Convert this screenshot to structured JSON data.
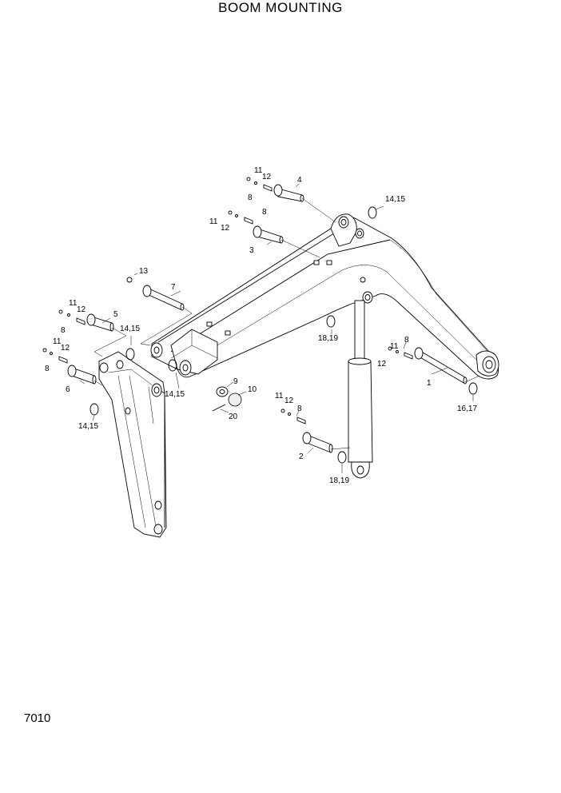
{
  "title": "BOOM MOUNTING",
  "page_number": "7010",
  "callouts": {
    "c1": "1",
    "c2": "2",
    "c3": "3",
    "c4": "4",
    "c5": "5",
    "c6": "6",
    "c7": "7",
    "c8a": "8",
    "c8b": "8",
    "c8c": "8",
    "c8d": "8",
    "c8e": "8",
    "c8f": "8",
    "c9": "9",
    "c10": "10",
    "c11a": "11",
    "c11b": "11",
    "c11c": "11",
    "c11d": "11",
    "c11e": "11",
    "c11f": "11",
    "c12a": "12",
    "c12b": "12",
    "c12c": "12",
    "c12d": "12",
    "c12e": "12",
    "c12f": "12",
    "c13": "13",
    "c1415a": "14,15",
    "c1415b": "14,15",
    "c1415c": "14,15",
    "c1415d": "14,15",
    "c1617": "16,17",
    "c1819a": "18,19",
    "c1819b": "18,19",
    "c20": "20"
  }
}
